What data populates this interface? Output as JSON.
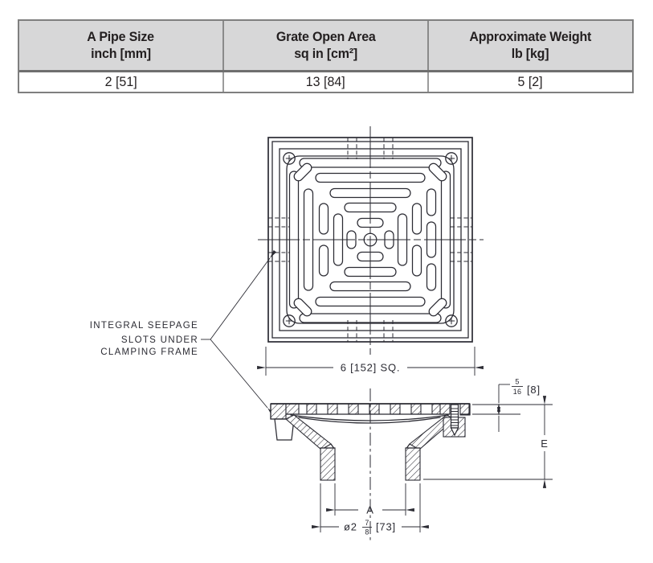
{
  "colors": {
    "drawing_line": "#2b2b33",
    "table_header_bg": "#d7d7d8",
    "table_border": "#7f7f7f",
    "text": "#231f20"
  },
  "table": {
    "columns": [
      {
        "title": "A Pipe Size",
        "subtitle": "inch [mm]",
        "value": "2 [51]"
      },
      {
        "title": "Grate Open Area",
        "subtitle": "sq in [cm²]",
        "value": "13 [84]"
      },
      {
        "title": "Approximate Weight",
        "subtitle": "lb [kg]",
        "value": "5 [2]"
      }
    ]
  },
  "drawing": {
    "annotation": {
      "line1": "INTEGRAL SEEPAGE",
      "line2": "SLOTS UNDER",
      "line3": "CLAMPING FRAME"
    },
    "dimensions": {
      "grate_square": "6 [152] SQ.",
      "grate_thickness": {
        "numerator": "5",
        "denominator": "16",
        "metric": "[8]"
      },
      "height_label": "E",
      "pipe_size_label": "A",
      "spigot": {
        "prefix": "ø2",
        "numerator": "7",
        "denominator": "8",
        "metric": "[73]"
      }
    }
  }
}
